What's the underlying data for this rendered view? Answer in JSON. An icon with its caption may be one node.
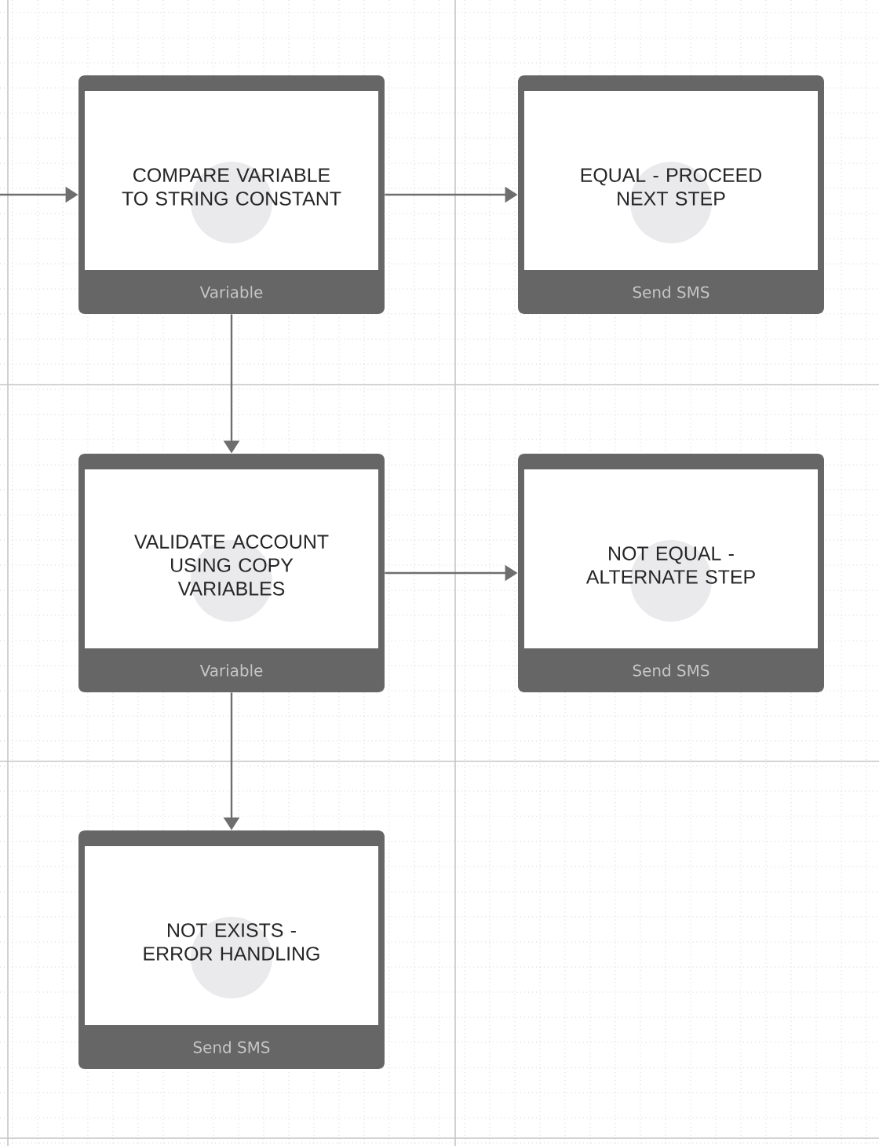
{
  "diagram": {
    "nodes": [
      {
        "text": [
          "COMPARE VARIABLE TO STRING CONSTANT",
          "Variable"
        ]
      },
      {
        "text": [
          "EQUAL - PROCEED NEXT STEP",
          "Send SMS"
        ]
      },
      {
        "text": [
          "VALIDATE ACCOUNT USING COPY VARIABLES",
          "Variable"
        ]
      },
      {
        "text": [
          "NOT EQUAL - ALTERNATE STEP",
          "Send SMS"
        ]
      },
      {
        "text": [
          "NOT EXISTS - ERROR HANDLING",
          "Send SMS"
        ]
      }
    ],
    "edges": [
      {
        "from": null,
        "to": 0,
        "arrow": "to"
      },
      {
        "from": 0,
        "to": 1,
        "arrow": "to"
      },
      {
        "from": 0,
        "to": 2,
        "arrow": "to"
      },
      {
        "from": 2,
        "to": 3,
        "arrow": "to"
      },
      {
        "from": 2,
        "to": 4,
        "arrow": "to"
      }
    ]
  }
}
